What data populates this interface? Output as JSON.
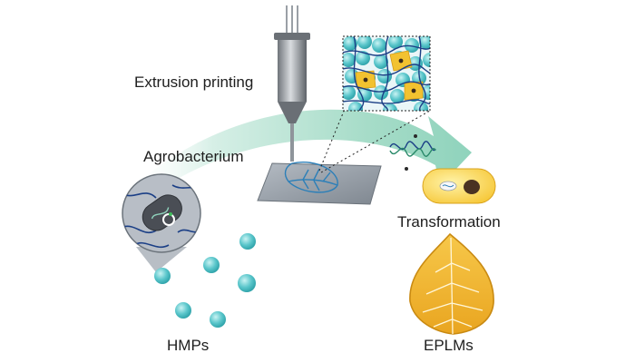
{
  "labels": {
    "extrusion": "Extrusion printing",
    "agro": "Agrobacterium",
    "transformation": "Transformation",
    "hmps": "HMPs",
    "eplms": "EPLMs"
  },
  "colors": {
    "arrow": "#9fd9c4",
    "microgel": "#4fc0c6",
    "microgel_highlight": "#bdf0f0",
    "network": "#1b3f86",
    "stage": "#9ba3ad",
    "leaf_print": "#2c7fb8",
    "leaf_fill": "#f2b632",
    "leaf_edge": "#c98a12",
    "cell_fill": "#ffd54a",
    "bacterium": "#4a4e55",
    "text": "#1e1e1e"
  }
}
